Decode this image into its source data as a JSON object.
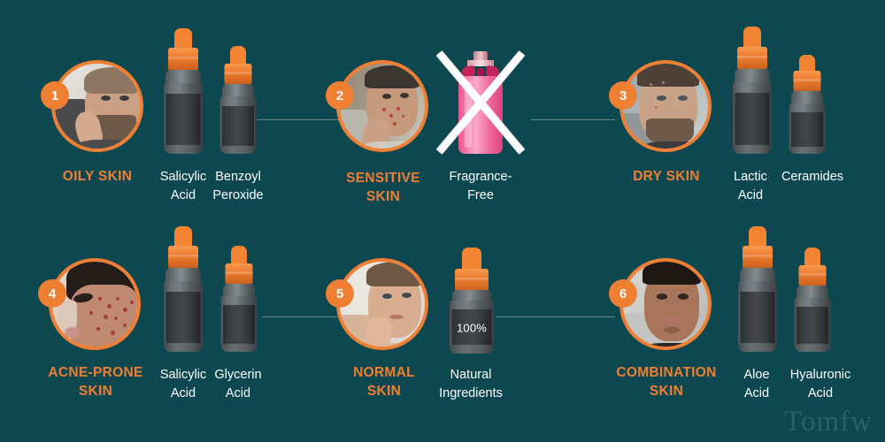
{
  "background_color": "#0d4851",
  "accent_color": "#ef7f33",
  "text_color": "#ffffff",
  "connector_color": "#9aa9ab",
  "watermark": {
    "text": "Tomfw"
  },
  "groups": [
    {
      "number": "1",
      "skin_type": "OILY SKIN",
      "photo_alt": "man touching cheek",
      "ingredients": [
        {
          "name": "Salicylic\nAcid",
          "bottle": "dropper-bottle-large"
        },
        {
          "name": "Benzoyl\nPeroxide",
          "bottle": "dropper-bottle-small"
        }
      ]
    },
    {
      "number": "2",
      "skin_type": "SENSITIVE\nSKIN",
      "photo_alt": "man with irritated skin",
      "ingredients": [
        {
          "name": "Fragrance-\nFree",
          "bottle": "crossed-out-perfume"
        }
      ]
    },
    {
      "number": "3",
      "skin_type": "DRY SKIN",
      "photo_alt": "man with dry flaky skin",
      "ingredients": [
        {
          "name": "Lactic\nAcid",
          "bottle": "dropper-bottle-large"
        },
        {
          "name": "Ceramides",
          "bottle": "dropper-bottle-small"
        }
      ]
    },
    {
      "number": "4",
      "skin_type": "ACNE-PRONE\nSKIN",
      "photo_alt": "close up of acne on cheek",
      "ingredients": [
        {
          "name": "Salicylic\nAcid",
          "bottle": "dropper-bottle-large"
        },
        {
          "name": "Glycerin\nAcid",
          "bottle": "dropper-bottle-small"
        }
      ]
    },
    {
      "number": "5",
      "skin_type": "NORMAL\nSKIN",
      "photo_alt": "man touching chin",
      "ingredients": [
        {
          "name": "Natural\nIngredients",
          "bottle": "dropper-bottle-large",
          "label_text": "100%"
        }
      ]
    },
    {
      "number": "6",
      "skin_type": "COMBINATION\nSKIN",
      "photo_alt": "man with combination skin",
      "ingredients": [
        {
          "name": "Aloe\nAcid",
          "bottle": "dropper-bottle-large"
        },
        {
          "name": "Hyaluronic\nAcid",
          "bottle": "dropper-bottle-small"
        }
      ]
    }
  ]
}
